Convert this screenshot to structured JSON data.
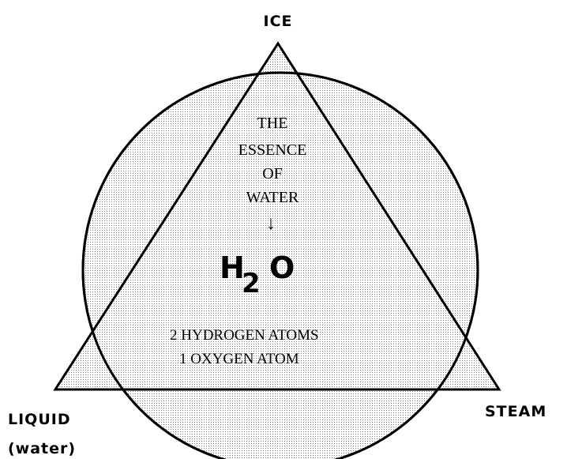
{
  "vertices": {
    "top": "ICE",
    "bottom_left": "LIQUID",
    "bottom_left_sub": "(water)",
    "bottom_right": "STEAM"
  },
  "center": {
    "line1": "THE",
    "line2": "ESSENCE",
    "line3": "OF",
    "line4": "WATER",
    "arrow": "↓"
  },
  "formula": {
    "h": "H",
    "sub": "2",
    "o": "O"
  },
  "composition": {
    "line1": "2 HYDROGEN ATOMS",
    "line2": "1 OXYGEN ATOM"
  },
  "colors": {
    "stroke": "#000000",
    "fill_dot": "#7a7a7a",
    "background": "#ffffff"
  }
}
